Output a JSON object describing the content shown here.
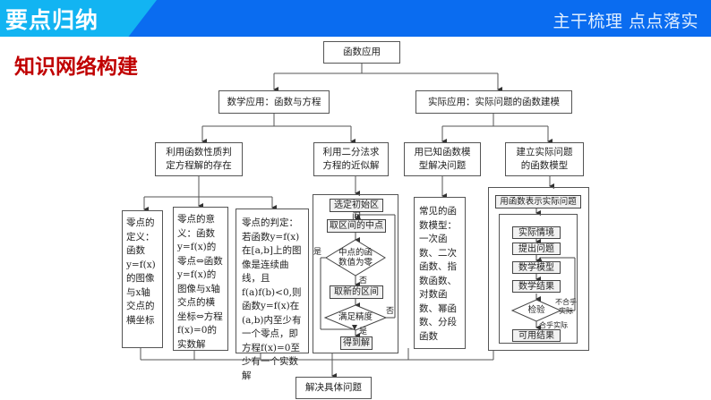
{
  "header": {
    "title": "要点归纳",
    "right_text": "主干梳理  点点落实",
    "colors": {
      "bar": "#0a6cf0",
      "tab": "#12b4f2",
      "section_title": "#c00000"
    }
  },
  "section_title": "知识网络构建",
  "diagram": {
    "root": "函数应用",
    "branches": {
      "math": "数学应用：函数与方程",
      "practical": "实际应用：实际问题的函数建模"
    },
    "sub": {
      "existence": "利用函数性质判定方程解的存在",
      "bisection": "利用二分法求方程的近似解",
      "known_model": "用已知函数模型解决问题",
      "build_model": "建立实际问题的函数模型"
    },
    "leaves": {
      "zero_def": "零点的定义：函数y=f(x)的图像与x轴交点的横坐标",
      "zero_meaning": "零点的意义：函数y=f(x)的零点⇔函数y=f(x)的图像与x轴交点的横坐标⇔方程f(x)=0的实数解",
      "zero_judge": "零点的判定：若函数y=f(x)在[a,b]上的图像是连续曲线，且f(a)f(b)<0,则函数y=f(x)在(a,b)内至少有一个零点，即方程f(x)=0至少有一个实数解",
      "common_models": "常见的函数模型：一次函数、二次函数、指数函数、对数函数、幂函数、分段函数"
    },
    "bisection_flow": {
      "step1": "选定初始区间",
      "step2": "取区间的中点",
      "decision1": "中点的函数值为零",
      "step3": "取新的区间",
      "decision2": "满足精度",
      "result": "得到解",
      "yes": "是",
      "no": "否"
    },
    "modeling_flow": {
      "title": "用函数表示实际问题",
      "step1": "实际情境",
      "step2": "提出问题",
      "step3": "数学模型",
      "step4": "数学结果",
      "decision": "检验",
      "fail": "不合乎实际",
      "pass": "合乎实际",
      "result": "可用结果"
    },
    "final": "解决具体问题"
  }
}
